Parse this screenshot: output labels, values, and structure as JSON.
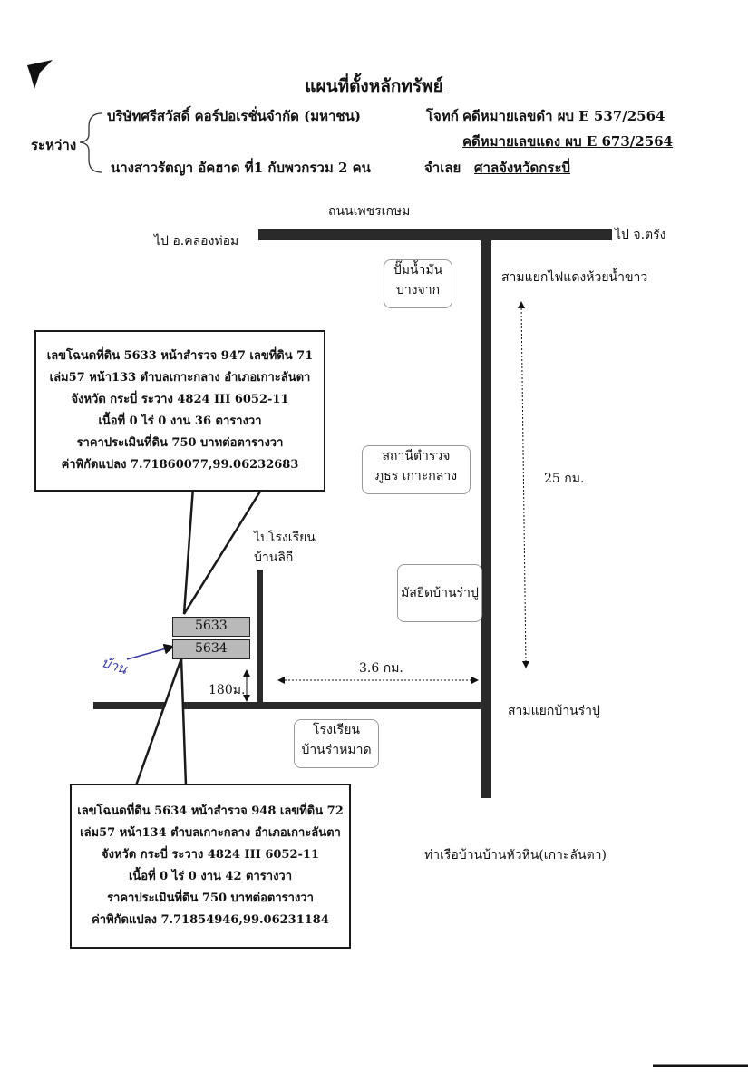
{
  "title": "แผนที่ตั้งหลักทรัพย์",
  "header": {
    "between_label": "ระหว่าง",
    "party1": "บริษัทศรีสวัสดิ์ คอร์ปอเรชั่นจำกัด (มหาชน)",
    "party1_role": "โจทก์",
    "black_case": "คดีหมายเลขดำ  ผบ E 537/2564",
    "red_case": "คดีหมายเลขแดง ผบ E 673/2564",
    "party2": "นางสาวรัตญา อัคฮาด ที่1 กับพวกรวม 2 คน",
    "party2_role": "จำเลย",
    "court": "ศาลจังหวัดกระบี่"
  },
  "map": {
    "road_name": "ถนนเพชรเกษม",
    "to_left": "ไป อ.คลองท่อม",
    "to_right": "ไป จ.ตรัง",
    "junction_top": "สามแยกไฟแดงห้วยน้ำขาว",
    "gas_station": [
      "ปั๊มน้ำมัน",
      "บางจาก"
    ],
    "police_station": [
      "สถานีตำรวจ",
      "ภูธร เกาะกลาง"
    ],
    "mosque": "มัสยิดบ้านร่าปู",
    "school_road": [
      "ไปโรงเรียน",
      "บ้านลิกี"
    ],
    "distance_vertical": "25 กม.",
    "distance_horizontal": "3.6 กม.",
    "distance_short": "180ม.",
    "junction_bottom": "สามแยกบ้านร่าปู",
    "school": [
      "โรงเรียน",
      "บ้านร่าหมาด"
    ],
    "pier": "ท่าเรือบ้านบ้านหัวหิน(เกาะลันตา)",
    "plot_a": "5633",
    "plot_b": "5634",
    "handwritten_note": "บ้าน"
  },
  "deed1": [
    "เลขโฉนดที่ดิน 5633 หน้าสำรวจ 947 เลขที่ดิน 71",
    "เล่ม57 หน้า133  ตำบลเกาะกลาง  อำเภอเกาะลันตา",
    "จังหวัด กระบี่  ระวาง 4824  III 6052-11",
    "เนื้อที่ 0 ไร่ 0 งาน 36 ตารางวา",
    "ราคาประเมินที่ดิน 750 บาทต่อตารางวา",
    "ค่าพิกัดแปลง  7.71860077,99.06232683"
  ],
  "deed2": [
    "เลขโฉนดที่ดิน 5634 หน้าสำรวจ 948 เลขที่ดิน 72",
    "เล่ม57 หน้า134  ตำบลเกาะกลาง  อำเภอเกาะลันตา",
    "จังหวัด กระบี่  ระวาง 4824  III 6052-11",
    "เนื้อที่ 0 ไร่ 0 งาน 42 ตารางวา",
    "ราคาประเมินที่ดิน 750 บาทต่อตารางวา",
    "ค่าพิกัดแปลง  7.71854946,99.06231184"
  ]
}
